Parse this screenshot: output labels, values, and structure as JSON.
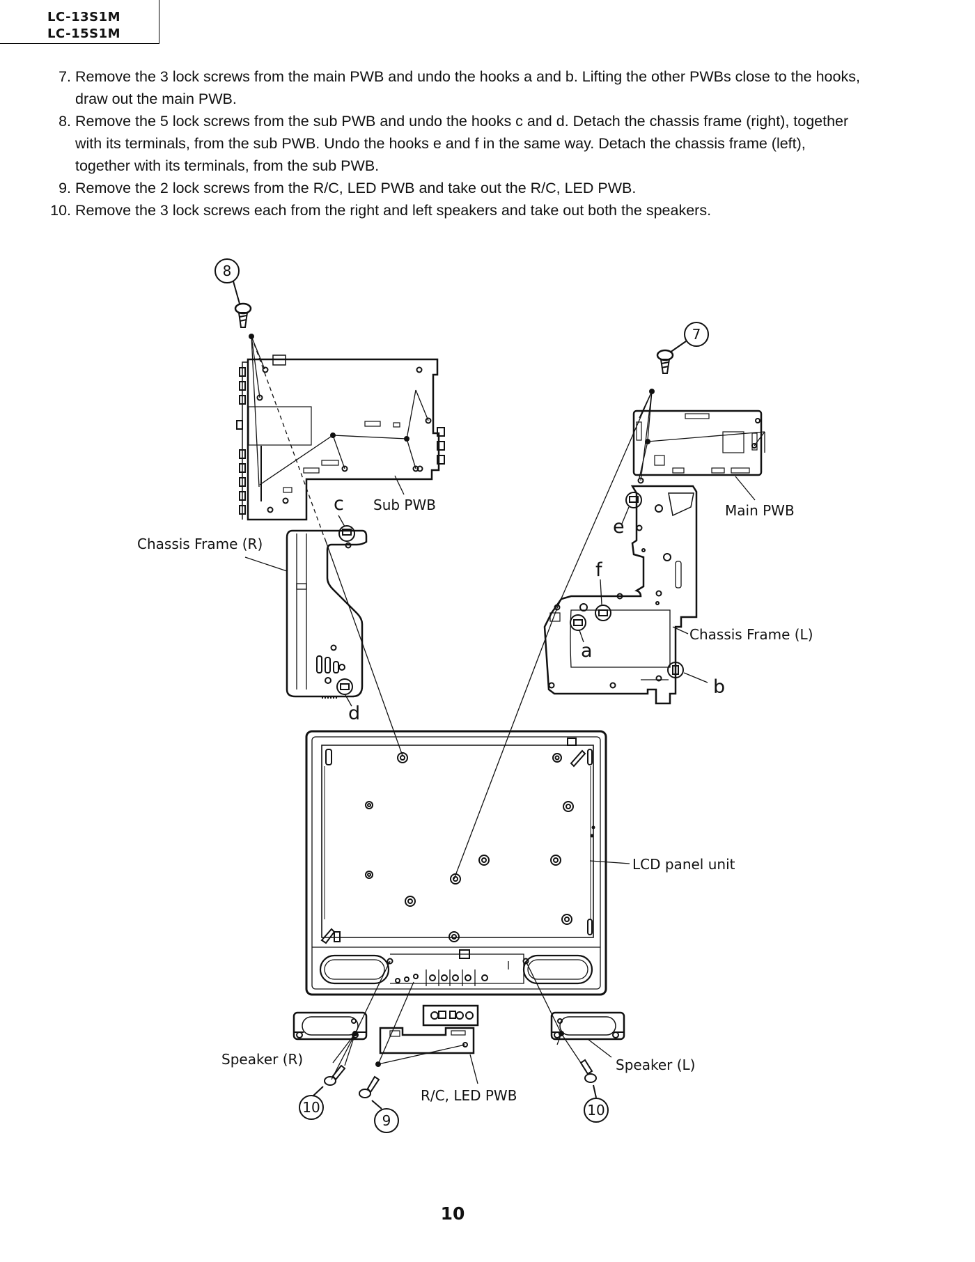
{
  "header": {
    "model_1": "LC-13S1M",
    "model_2": "LC-15S1M"
  },
  "steps": [
    {
      "num": "7.",
      "text": "Remove the 3 lock screws from the main PWB and undo the hooks a and b. Lifting the other PWBs close to the hooks, draw out the main PWB."
    },
    {
      "num": "8.",
      "text": "Remove the 5 lock screws from the sub PWB and undo the hooks c and d. Detach the chassis frame (right), together with its terminals, from the sub PWB. Undo the hooks e and f in the same way. Detach the chassis frame (left), together with its terminals, from the sub PWB."
    },
    {
      "num": "9.",
      "text": "Remove the 2 lock screws from the R/C, LED PWB and take out the R/C, LED PWB."
    },
    {
      "num": "10.",
      "text": "Remove the 3 lock screws each from the right and left speakers and take out both the speakers."
    }
  ],
  "diagram": {
    "labels": {
      "sub_pwb": "Sub PWB",
      "main_pwb": "Main PWB",
      "chassis_frame_r": "Chassis Frame (R)",
      "chassis_frame_l": "Chassis Frame (L)",
      "lcd_panel_unit": "LCD panel unit",
      "speaker_r": "Speaker (R)",
      "speaker_l": "Speaker (L)",
      "rc_led_pwb": "R/C, LED PWB"
    },
    "hooks": {
      "a": "a",
      "b": "b",
      "c": "c",
      "d": "d",
      "e": "e",
      "f": "f"
    },
    "step_markers": {
      "s7": "7",
      "s8": "8",
      "s9": "9",
      "s10_left": "10",
      "s10_right": "10"
    }
  },
  "footer": {
    "page_number": "10"
  }
}
